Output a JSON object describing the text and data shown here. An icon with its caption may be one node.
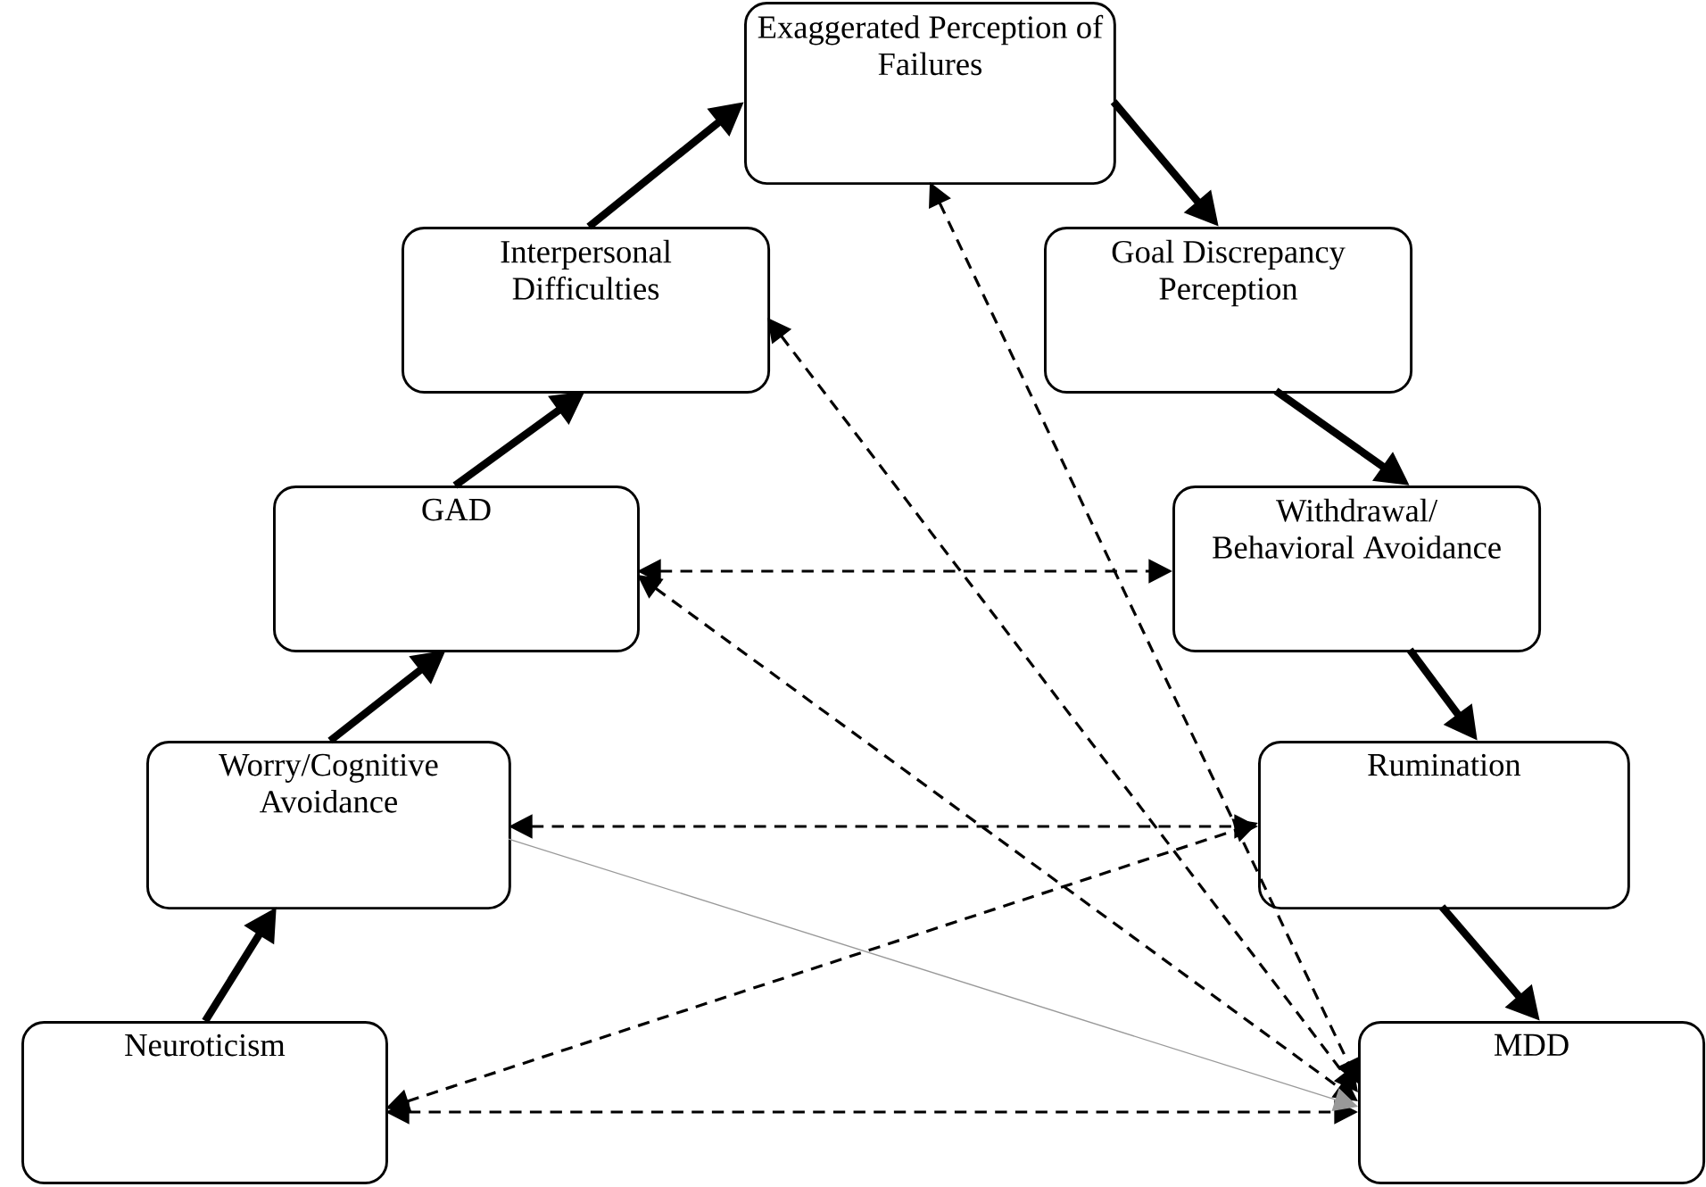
{
  "diagram": {
    "nodes": [
      {
        "text": [
          "Neuroticism"
        ]
      },
      {
        "text": [
          "Worry/Cognitive Avoidance"
        ]
      },
      {
        "text": [
          "GAD"
        ]
      },
      {
        "text": [
          "Interpersonal Difficulties"
        ]
      },
      {
        "text": [
          "Exaggerated Perception of Failures"
        ]
      },
      {
        "text": [
          "Goal Discrepancy Perception"
        ]
      },
      {
        "text": [
          "Withdrawal/ Behavioral Avoidance"
        ]
      },
      {
        "text": [
          "Rumination"
        ]
      },
      {
        "text": [
          "MDD"
        ]
      }
    ],
    "edges": [
      {
        "from": 0,
        "to": 1,
        "arrow": "to",
        "style": "thick"
      },
      {
        "from": 1,
        "to": 2,
        "arrow": "to",
        "style": "thick"
      },
      {
        "from": 2,
        "to": 3,
        "arrow": "to",
        "style": "thick"
      },
      {
        "from": 3,
        "to": 4,
        "arrow": "to",
        "style": "thick"
      },
      {
        "from": 4,
        "to": 5,
        "arrow": "to",
        "style": "thick"
      },
      {
        "from": 5,
        "to": 6,
        "arrow": "to",
        "style": "thick"
      },
      {
        "from": 6,
        "to": 7,
        "arrow": "to",
        "style": "thick"
      },
      {
        "from": 7,
        "to": 8,
        "arrow": "to",
        "style": "thick"
      },
      {
        "from": 2,
        "to": 6,
        "arrow": "both",
        "style": "dashed"
      },
      {
        "from": 1,
        "to": 7,
        "arrow": "both",
        "style": "dashed"
      },
      {
        "from": 0,
        "to": 7,
        "arrow": "both",
        "style": "dashed"
      },
      {
        "from": 0,
        "to": 8,
        "arrow": "both",
        "style": "dashed"
      },
      {
        "from": 2,
        "to": 8,
        "arrow": "both",
        "style": "dashed"
      },
      {
        "from": 3,
        "to": 8,
        "arrow": "both",
        "style": "dashed"
      },
      {
        "from": 4,
        "to": 8,
        "arrow": "both",
        "style": "dashed"
      },
      {
        "from": 1,
        "to": 8,
        "arrow": "to",
        "color": "#999999"
      }
    ]
  }
}
